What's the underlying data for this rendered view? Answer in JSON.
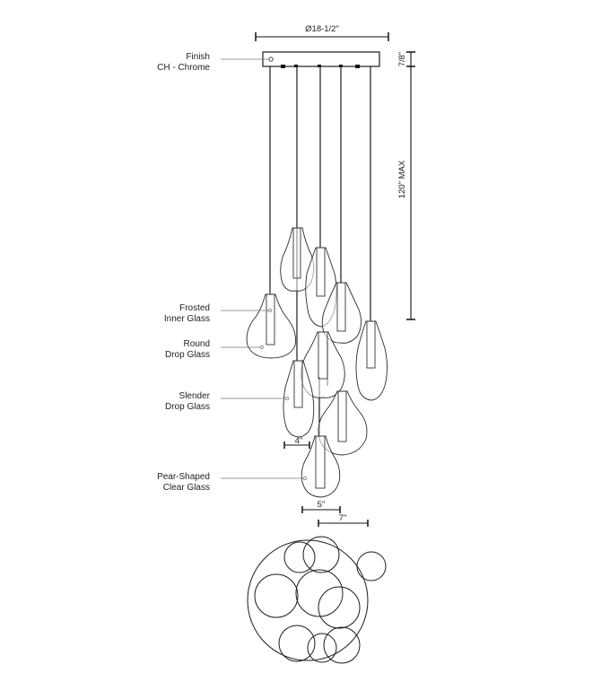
{
  "labels": {
    "finish_title": "Finish",
    "finish_value": "CH - Chrome",
    "frosted_1": "Frosted",
    "frosted_2": "Inner Glass",
    "round_1": "Round",
    "round_2": "Drop Glass",
    "slender_1": "Slender",
    "slender_2": "Drop Glass",
    "pear_1": "Pear-Shaped",
    "pear_2": "Clear Glass"
  },
  "dimensions": {
    "canopy_diameter": "Ø18-1/2\"",
    "canopy_height": "7/8\"",
    "max_drop": "120\" MAX",
    "slender_width": "4\"",
    "pear_width": "5\"",
    "round_width": "7\""
  }
}
